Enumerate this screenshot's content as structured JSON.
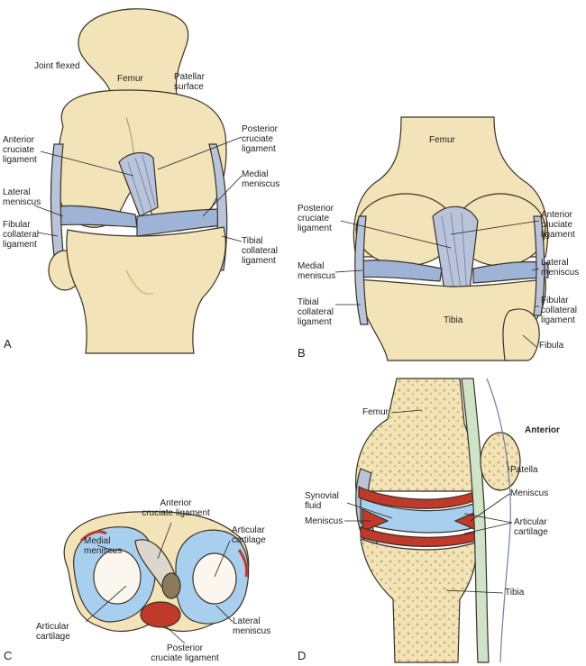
{
  "panels": {
    "a": "A",
    "b": "B",
    "c": "C",
    "d": "D"
  },
  "labels_a": {
    "joint_flexed": "Joint flexed",
    "femur": "Femur",
    "patellar_surface": "Patellar\nsurface",
    "posterior_cruciate": "Posterior\ncruciate\nligament",
    "anterior_cruciate": "Anterior\ncruciate\nligament",
    "medial_meniscus": "Medial\nmeniscus",
    "lateral_meniscus": "Lateral\nmeniscus",
    "fibular_collateral": "Fibular\ncollateral\nligament",
    "tibial_collateral": "Tibial\ncollateral\nligament"
  },
  "labels_b": {
    "femur": "Femur",
    "posterior_cruciate": "Posterior\ncruciate\nligament",
    "anterior_cruciate": "Anterior\ncruciate\nligament",
    "medial_meniscus": "Medial\nmeniscus",
    "lateral_meniscus": "Lateral\nmeniscus",
    "tibial_collateral": "Tibial\ncollateral\nligament",
    "tibia": "Tibia",
    "fibular_collateral": "Fibular\ncollateral\nligament",
    "fibula": "Fibula"
  },
  "labels_c": {
    "anterior_cruciate": "Anterior\ncruciate ligament",
    "medial_meniscus": "Medial\nmeniscus",
    "articular_cartilage_top": "Articular\ncartilage",
    "articular_cartilage_bottom": "Articular\ncartilage",
    "lateral_meniscus": "Lateral\nmeniscus",
    "posterior_cruciate": "Posterior\ncruciate ligament"
  },
  "labels_d": {
    "femur": "Femur",
    "anterior": "Anterior",
    "patella": "Patella",
    "synovial_fluid": "Synovial\nfluid",
    "meniscus_right": "Meniscus",
    "meniscus_left": "Meniscus",
    "articular_cartilage": "Articular\ncartilage",
    "tibia": "Tibia"
  },
  "colors": {
    "bone": "#f2e3b8",
    "bone_shadow": "#d9c48c",
    "ligament": "#b9c3da",
    "meniscus": "#9fb3d6",
    "cartilage_red": "#c0392b",
    "cartilage_blue": "#a9cfee",
    "marrow": "#e6d09a",
    "outline": "#3a3226"
  }
}
